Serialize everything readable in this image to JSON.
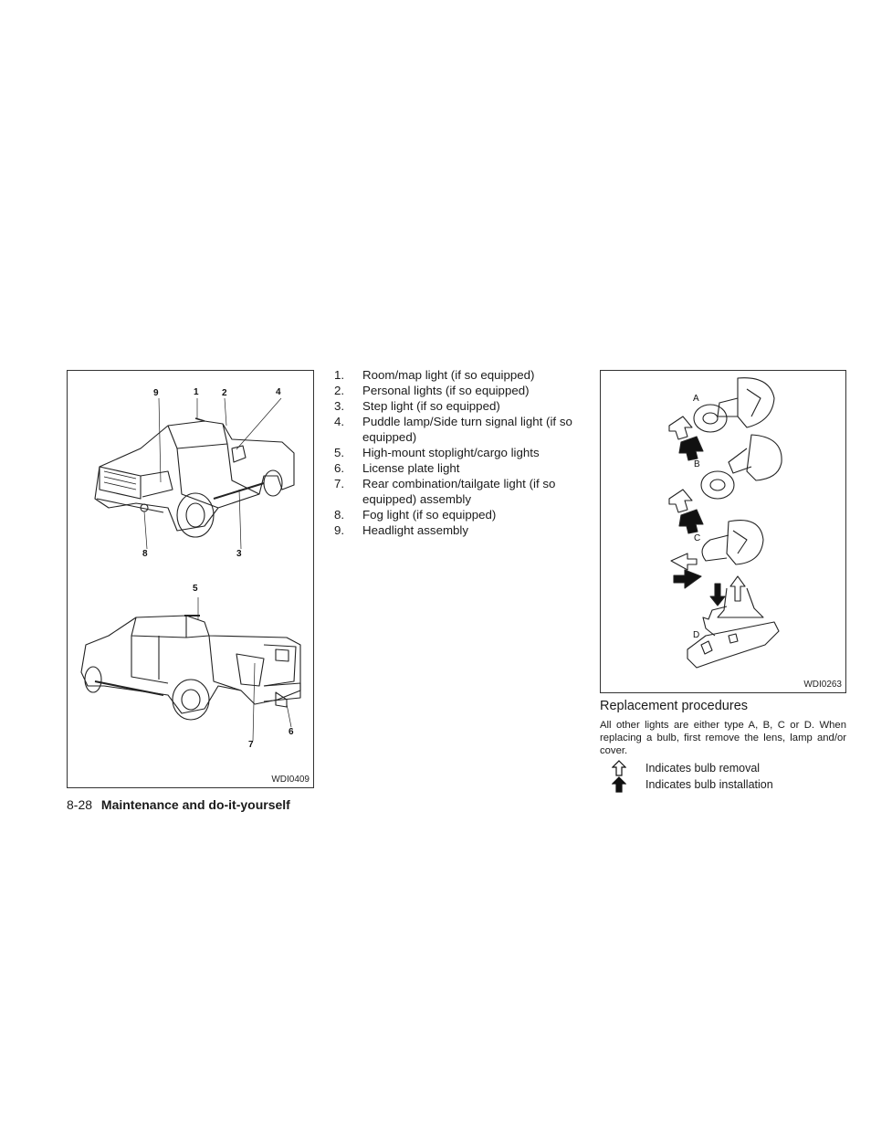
{
  "left_figure": {
    "code": "WDI0409",
    "callouts": [
      "9",
      "1",
      "2",
      "4",
      "8",
      "3",
      "5",
      "7",
      "6"
    ]
  },
  "legend": [
    {
      "num": "1.",
      "text": "Room/map light (if so equipped)"
    },
    {
      "num": "2.",
      "text": "Personal lights (if so equipped)"
    },
    {
      "num": "3.",
      "text": "Step light (if so equipped)"
    },
    {
      "num": "4.",
      "text": "Puddle lamp/Side turn signal light (if so equipped)"
    },
    {
      "num": "5.",
      "text": "High-mount stoplight/cargo lights"
    },
    {
      "num": "6.",
      "text": "License plate light"
    },
    {
      "num": "7.",
      "text": "Rear combination/tailgate light (if so equipped) assembly"
    },
    {
      "num": "8.",
      "text": "Fog light (if so equipped)"
    },
    {
      "num": "9.",
      "text": "Headlight assembly"
    }
  ],
  "right_figure": {
    "code": "WDI0263",
    "type_labels": [
      "A",
      "B",
      "C",
      "D"
    ]
  },
  "replacement": {
    "heading": "Replacement procedures",
    "body": "All other lights are either type A, B, C or D. When replacing a bulb, first remove the lens, lamp and/or cover.",
    "removal_text": "Indicates bulb removal",
    "installation_text": "Indicates bulb installation"
  },
  "footer": {
    "page": "8-28",
    "section": "Maintenance and do-it-yourself"
  }
}
